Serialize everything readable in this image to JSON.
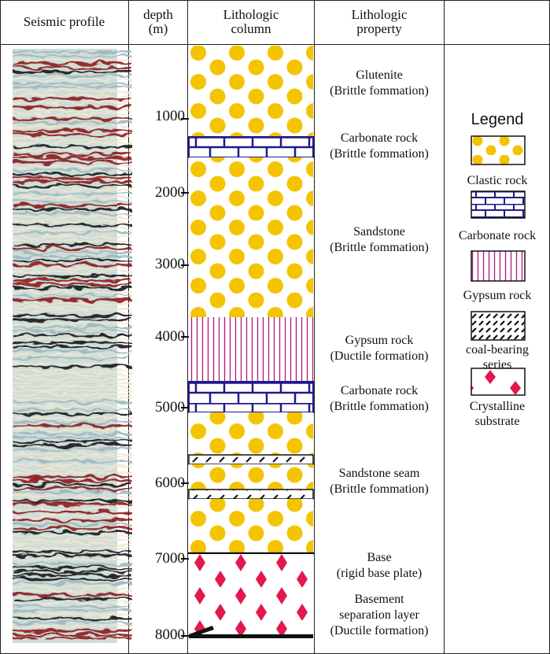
{
  "header": {
    "seismic_profile": "Seismic profile",
    "depth_line1": "depth",
    "depth_line2": "(m)",
    "litho_column_line1": "Lithologic",
    "litho_column_line2": "column",
    "litho_property_line1": "Lithologic",
    "litho_property_line2": "property"
  },
  "depth_ticks": [
    "1000",
    "2000",
    "3000",
    "4000",
    "5000",
    "6000",
    "7000",
    "8000"
  ],
  "lithologic_properties": [
    {
      "line1": "Glutenite",
      "line2": "(Brittle fommation)"
    },
    {
      "line1": "Carbonate rock",
      "line2": "(Brittle fommation)"
    },
    {
      "line1": "Sandstone",
      "line2": "(Brittle fommation)"
    },
    {
      "line1": "Gypsum rock",
      "line2": "(Ductile formation)"
    },
    {
      "line1": "Carbonate rock",
      "line2": "(Brittle fommation)"
    },
    {
      "line1": "Sandstone seam",
      "line2": "(Brittle fommation)"
    },
    {
      "line1": "Base",
      "line2": "(rigid base plate)"
    },
    {
      "line1": "Basement",
      "line2": "separation layer",
      "line3": "(Ductile formation)"
    }
  ],
  "legend": {
    "title": "Legend",
    "items": [
      {
        "label_line1": "Clastic rock",
        "label_line2": ""
      },
      {
        "label_line1": "Carbonate rock",
        "label_line2": ""
      },
      {
        "label_line1": "Gypsum rock",
        "label_line2": ""
      },
      {
        "label_line1": "coal-bearing",
        "label_line2": "series"
      },
      {
        "label_line1": "Crystalline",
        "label_line2": "substrate"
      }
    ]
  },
  "colors": {
    "clastic": "#f5c400",
    "carbonate": "#1f1a8a",
    "gypsum": "#b0187a",
    "crystalline": "#e3184e",
    "seismic_dark": "#8a1010",
    "seismic_light": "#9fb8be"
  }
}
